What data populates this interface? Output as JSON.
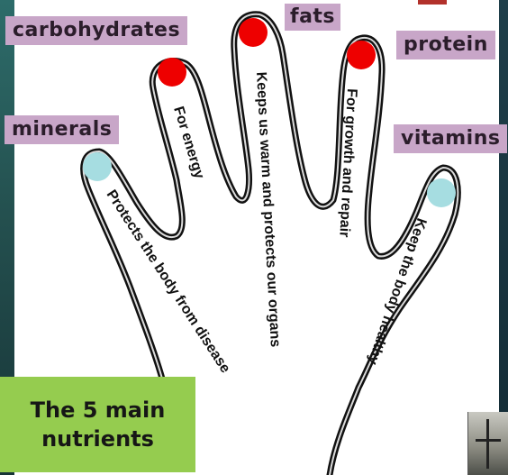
{
  "labels": {
    "carbohydrates": "carbohydrates",
    "fats": "fats",
    "protein": "protein",
    "minerals": "minerals",
    "vitamins": "vitamins"
  },
  "finger_text": {
    "carbohydrates": "For energy",
    "fats": "Keeps us warm and protects our organs",
    "protein": "For growth and repair",
    "minerals": "Protects the body from disease",
    "vitamins": "Keep the body healthy"
  },
  "title": {
    "line1": "The 5 main",
    "line2": "nutrients"
  },
  "colors": {
    "label_bg": "#c8a6c8",
    "title_bg": "#95cc4f",
    "red_dot": "#ee0000",
    "blue_dot": "#a6dde1",
    "outline": "#111111"
  }
}
